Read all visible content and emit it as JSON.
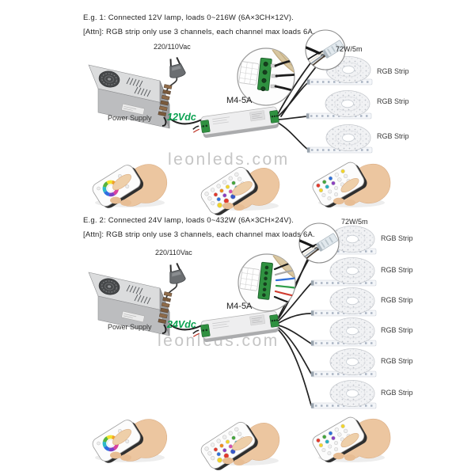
{
  "watermark": "leonleds.com",
  "sections": [
    {
      "example_title": "E.g. 1: Connected 12V lamp, loads 0~216W (6A×3CH×12V).",
      "attention": "[Attn]: RGB strip only use 3 channels, each channel max loads 6A.",
      "ac_input_label": "220/110Vac",
      "dc_output_label": "12Vdc",
      "power_supply_label": "Power Supply",
      "controller_model": "M4-5A",
      "strip_power_label": "72W/5m",
      "strip_labels": [
        "RGB Strip",
        "RGB Strip",
        "RGB Strip"
      ]
    },
    {
      "example_title": "E.g. 2: Connected 24V lamp, loads 0~432W (6A×3CH×24V).",
      "attention": "[Attn]: RGB strip only use 3 channels, each channel max loads 6A.",
      "ac_input_label": "220/110Vac",
      "dc_output_label": "24Vdc",
      "power_supply_label": "Power Supply",
      "controller_model": "M4-5A",
      "strip_power_label": "72W/5m",
      "strip_labels": [
        "RGB Strip",
        "RGB Strip",
        "RGB Strip",
        "RGB Strip",
        "RGB Strip",
        "RGB Strip"
      ]
    }
  ],
  "colors": {
    "dc_label_green": "#0aa150",
    "watermark_gray": "#c6c6c6",
    "terminal_green": "#2f9140",
    "hand_skin": "#ecc6a0"
  }
}
